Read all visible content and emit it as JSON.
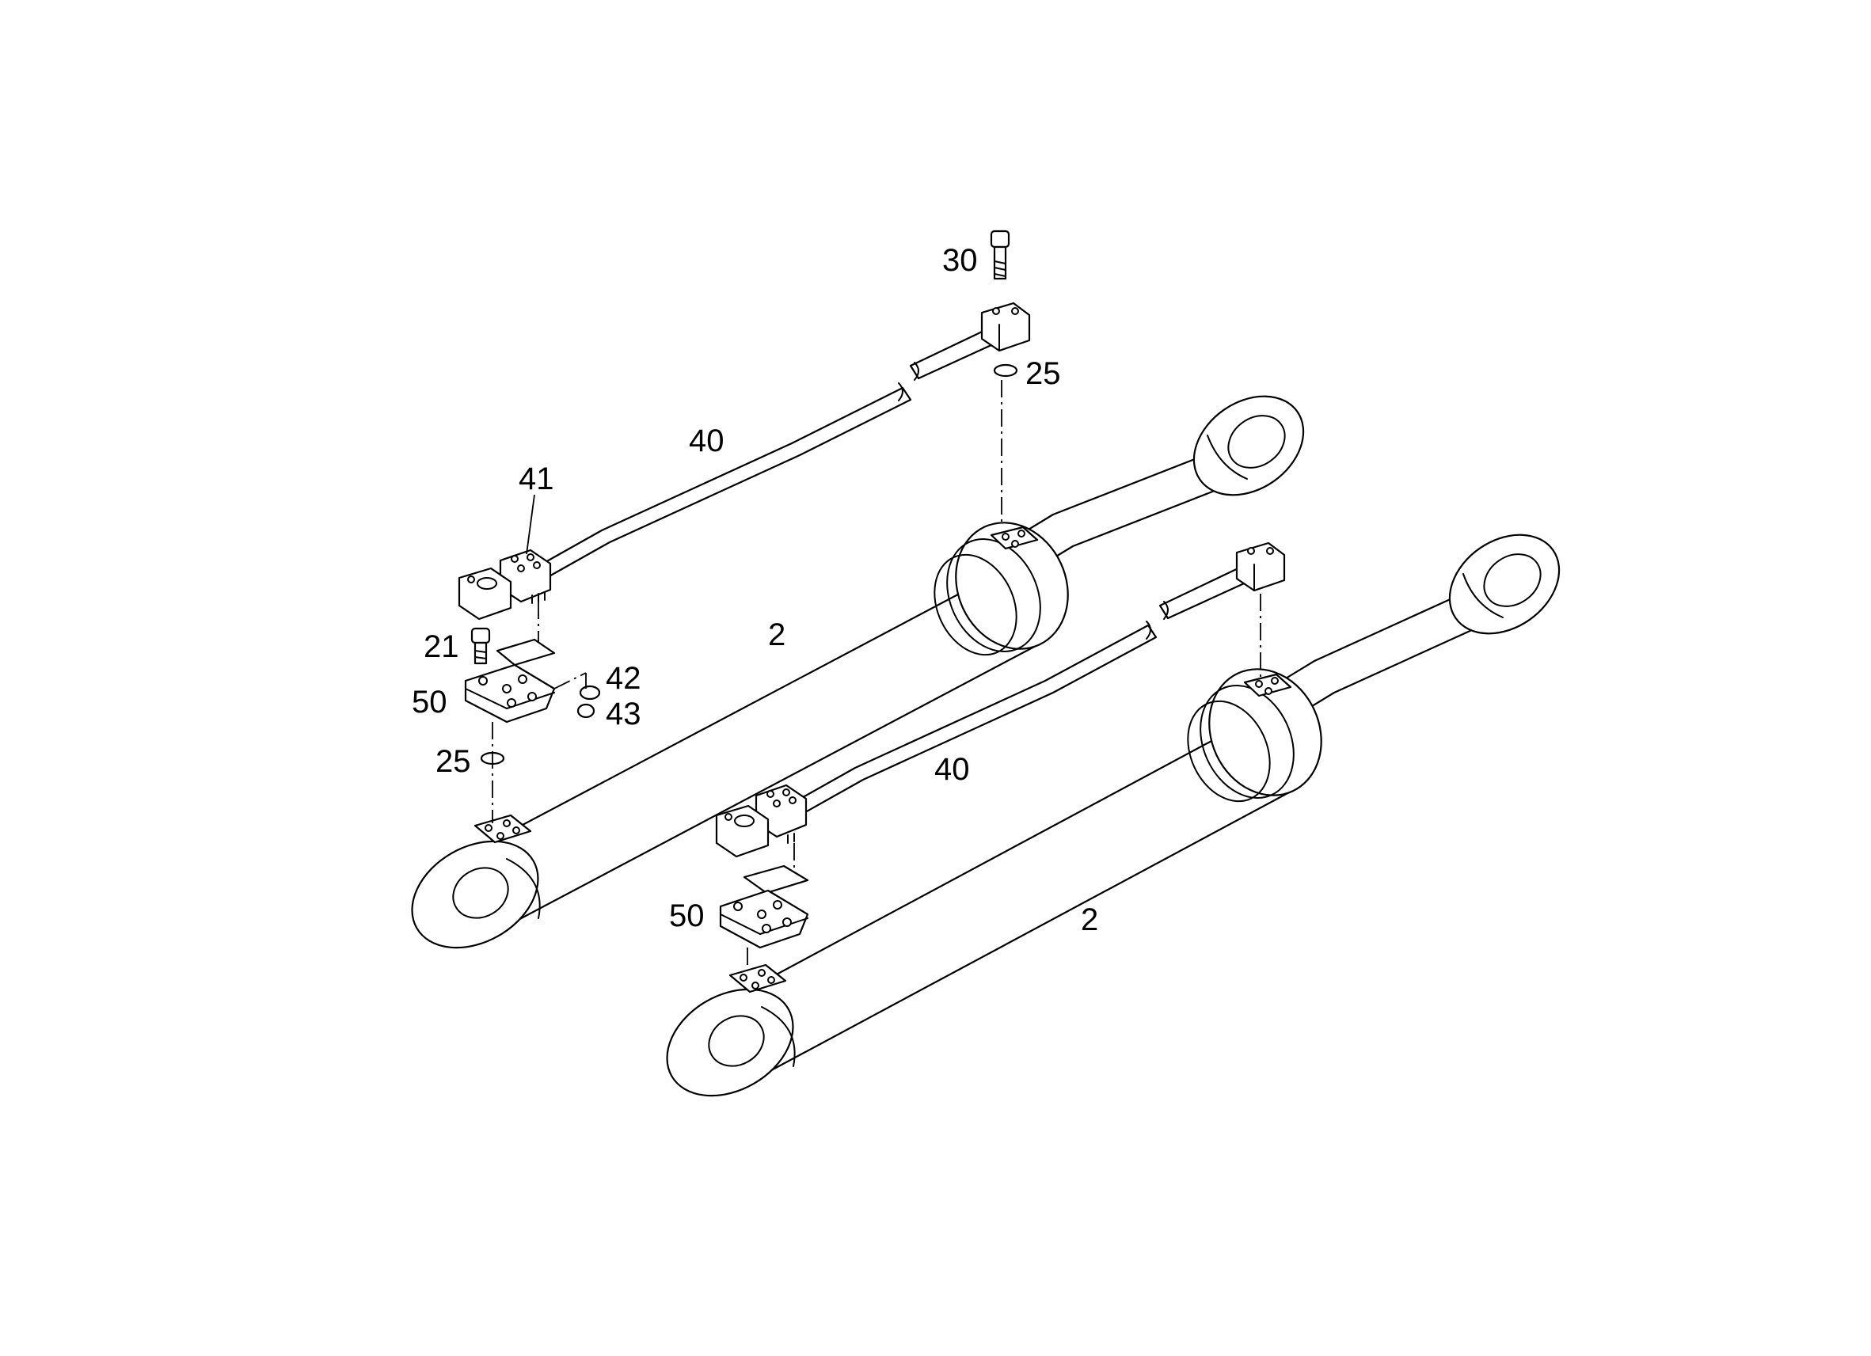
{
  "callouts": {
    "c30": "30",
    "c25_top": "25",
    "c40_left": "40",
    "c41": "41",
    "c2_left": "2",
    "c21": "21",
    "c42": "42",
    "c43": "43",
    "c50_left": "50",
    "c25_left": "25",
    "c40_right": "40",
    "c2_right": "2",
    "c50_right": "50"
  }
}
